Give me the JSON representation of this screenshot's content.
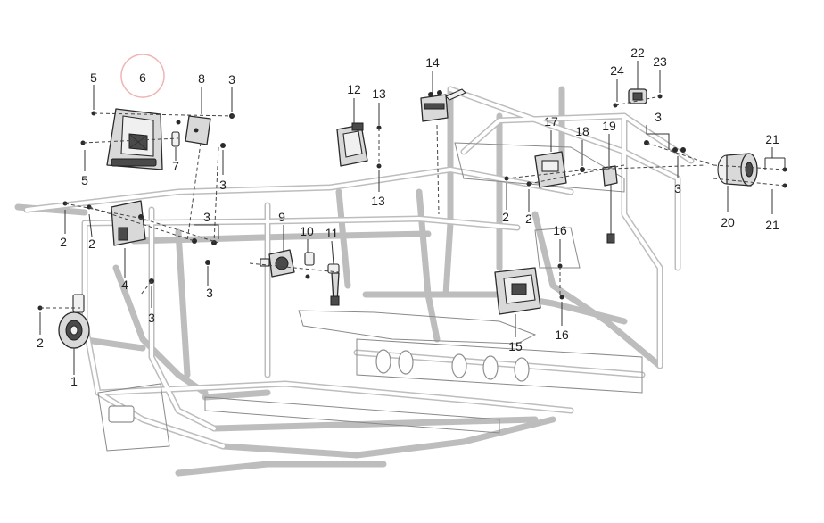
{
  "diagram": {
    "type": "exploded-parts-view",
    "callouts": [
      {
        "id": "c1",
        "label": "1"
      },
      {
        "id": "c2a",
        "label": "2"
      },
      {
        "id": "c2b",
        "label": "2"
      },
      {
        "id": "c2c",
        "label": "2"
      },
      {
        "id": "c2d",
        "label": "2"
      },
      {
        "id": "c2e",
        "label": "2"
      },
      {
        "id": "c3a",
        "label": "3"
      },
      {
        "id": "c3b",
        "label": "3"
      },
      {
        "id": "c3c",
        "label": "3"
      },
      {
        "id": "c3d",
        "label": "3"
      },
      {
        "id": "c3e",
        "label": "3"
      },
      {
        "id": "c3f",
        "label": "3"
      },
      {
        "id": "c3g",
        "label": "3"
      },
      {
        "id": "c4",
        "label": "4"
      },
      {
        "id": "c5a",
        "label": "5"
      },
      {
        "id": "c5b",
        "label": "5"
      },
      {
        "id": "c6",
        "label": "6"
      },
      {
        "id": "c7",
        "label": "7"
      },
      {
        "id": "c8",
        "label": "8"
      },
      {
        "id": "c9",
        "label": "9"
      },
      {
        "id": "c10",
        "label": "10"
      },
      {
        "id": "c11",
        "label": "11"
      },
      {
        "id": "c12",
        "label": "12"
      },
      {
        "id": "c13a",
        "label": "13"
      },
      {
        "id": "c13b",
        "label": "13"
      },
      {
        "id": "c14",
        "label": "14"
      },
      {
        "id": "c15",
        "label": "15"
      },
      {
        "id": "c16a",
        "label": "16"
      },
      {
        "id": "c16b",
        "label": "16"
      },
      {
        "id": "c17",
        "label": "17"
      },
      {
        "id": "c18",
        "label": "18"
      },
      {
        "id": "c19",
        "label": "19"
      },
      {
        "id": "c20",
        "label": "20"
      },
      {
        "id": "c21a",
        "label": "21"
      },
      {
        "id": "c21b",
        "label": "21"
      },
      {
        "id": "c22",
        "label": "22"
      },
      {
        "id": "c23",
        "label": "23"
      },
      {
        "id": "c24",
        "label": "24"
      }
    ],
    "colors": {
      "frame": "#bdbdbd",
      "part_fill": "#d9d9d9",
      "ink": "#222222",
      "highlight_ring": "#f0b4b4"
    }
  }
}
